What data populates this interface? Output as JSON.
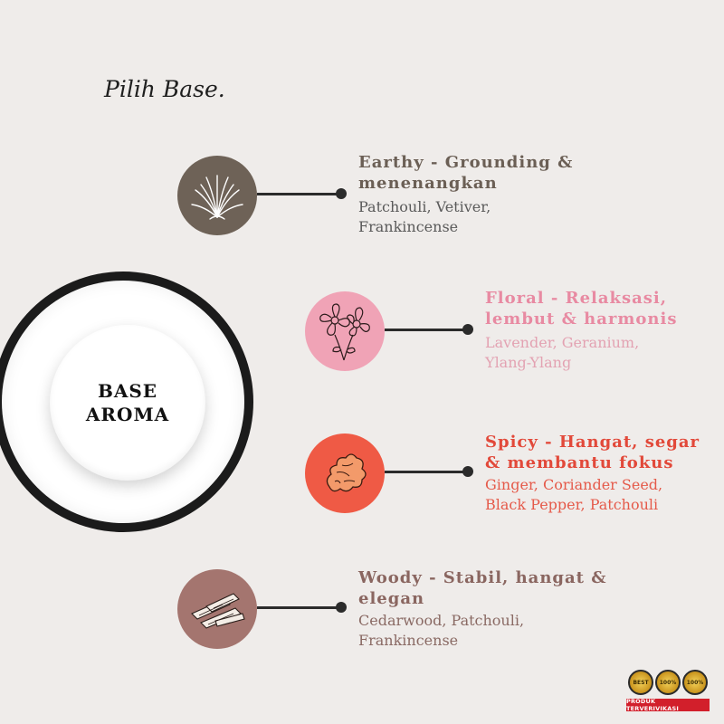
{
  "title": "Pilih Base.",
  "center": {
    "line1": "BASE",
    "line2": "AROMA"
  },
  "items": [
    {
      "heading_line1": "Earthy - Grounding &",
      "heading_line2": "menenangkan",
      "desc_line1": "Patchouli, Vetiver,",
      "desc_line2": "Frankincense",
      "icon": "grass-icon",
      "circle_color": "#6e6257",
      "heading_color": "#6b5f55",
      "desc_color": "#5a5a5a"
    },
    {
      "heading_line1": "Floral - Relaksasi,",
      "heading_line2": "lembut & harmonis",
      "desc_line1": "Lavender, Geranium,",
      "desc_line2": "Ylang-Ylang",
      "icon": "flower-icon",
      "circle_color": "#f0a3b6",
      "heading_color": "#e88aa2",
      "desc_color": "#e3a2b2"
    },
    {
      "heading_line1": "Spicy - Hangat, segar",
      "heading_line2": "& membantu fokus",
      "desc_line1": "Ginger, Coriander Seed,",
      "desc_line2": "Black Pepper, Patchouli",
      "icon": "ginger-icon",
      "circle_color": "#ef5a45",
      "heading_color": "#e2493a",
      "desc_color": "#e55a4a"
    },
    {
      "heading_line1": "Woody - Stabil, hangat &",
      "heading_line2": "elegan",
      "desc_line1": "Cedarwood, Patchouli,",
      "desc_line2": "Frankincense",
      "icon": "wood-logs-icon",
      "circle_color": "#a4756f",
      "heading_color": "#8a6660",
      "desc_color": "#8a6a64"
    }
  ],
  "badges": {
    "badge1": "BEST",
    "badge2": "100%",
    "badge3": "100%",
    "ribbon": "PRODUK TERVERIVIKASI"
  }
}
